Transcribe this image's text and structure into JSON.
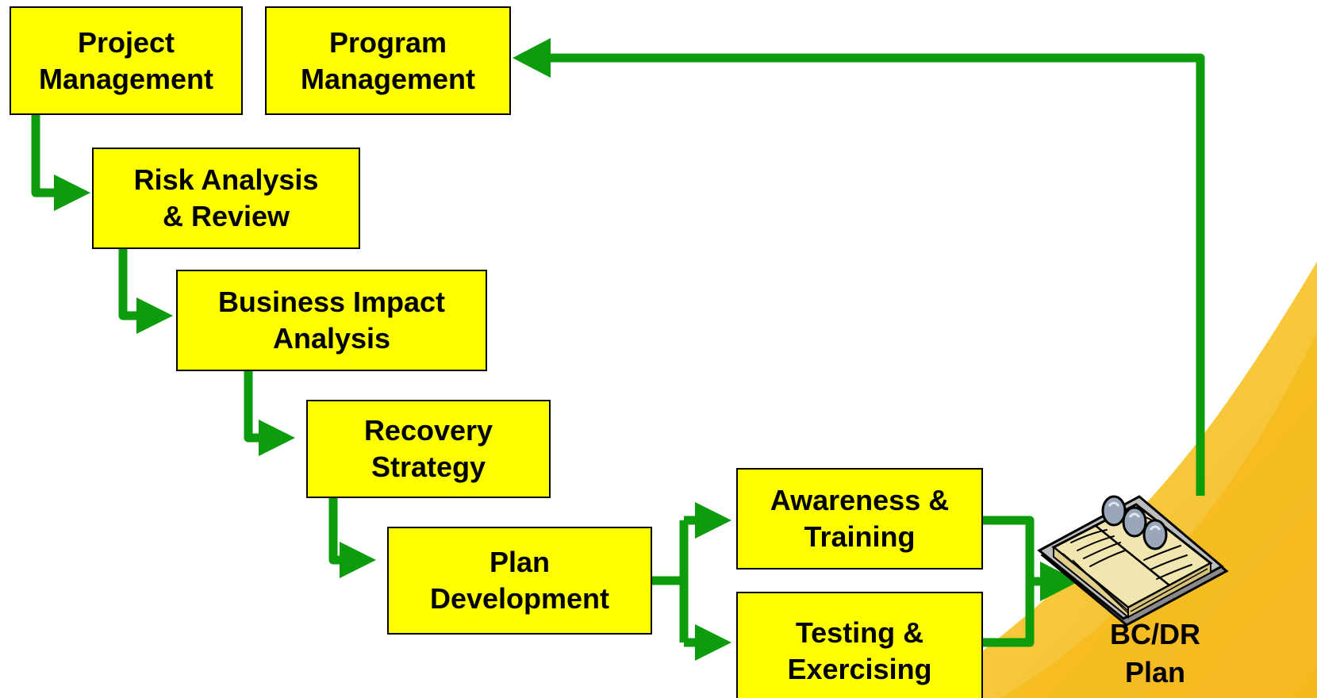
{
  "colors": {
    "box_fill": "#ffff00",
    "box_border": "#000000",
    "arrow": "#0c9c0c",
    "accent_swoosh": "#f7c325"
  },
  "nodes": {
    "project_management": "Project\nManagement",
    "program_management": "Program\nManagement",
    "risk_analysis": "Risk Analysis\n& Review",
    "business_impact": "Business Impact\nAnalysis",
    "recovery_strategy": "Recovery\nStrategy",
    "plan_development": "Plan\nDevelopment",
    "awareness_training": "Awareness &\nTraining",
    "testing_exercising": "Testing &\nExercising",
    "bcdr_plan": "BC/DR\nPlan"
  },
  "icons": {
    "plan": "binder-planner-icon"
  }
}
